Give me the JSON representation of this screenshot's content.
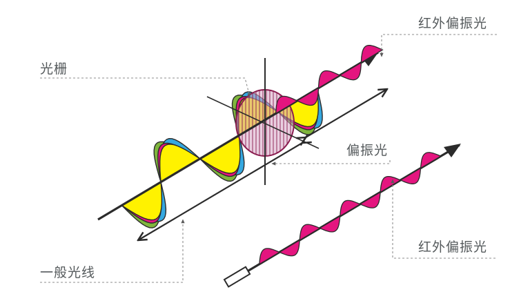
{
  "labels": {
    "ir_top": "红外偏振光",
    "grating": "光栅",
    "polarized": "偏振光",
    "ir_bottom": "红外偏振光",
    "ordinary": "一般光线"
  },
  "colors": {
    "magenta": "#e4157f",
    "yellow": "#fff200",
    "blue": "#35a8e0",
    "green": "#7fb53d",
    "grating_fill": "#d7a8c7",
    "grating_line": "#8a1c4f",
    "ink": "#2b2b2b",
    "leader": "#8e8e8e"
  }
}
